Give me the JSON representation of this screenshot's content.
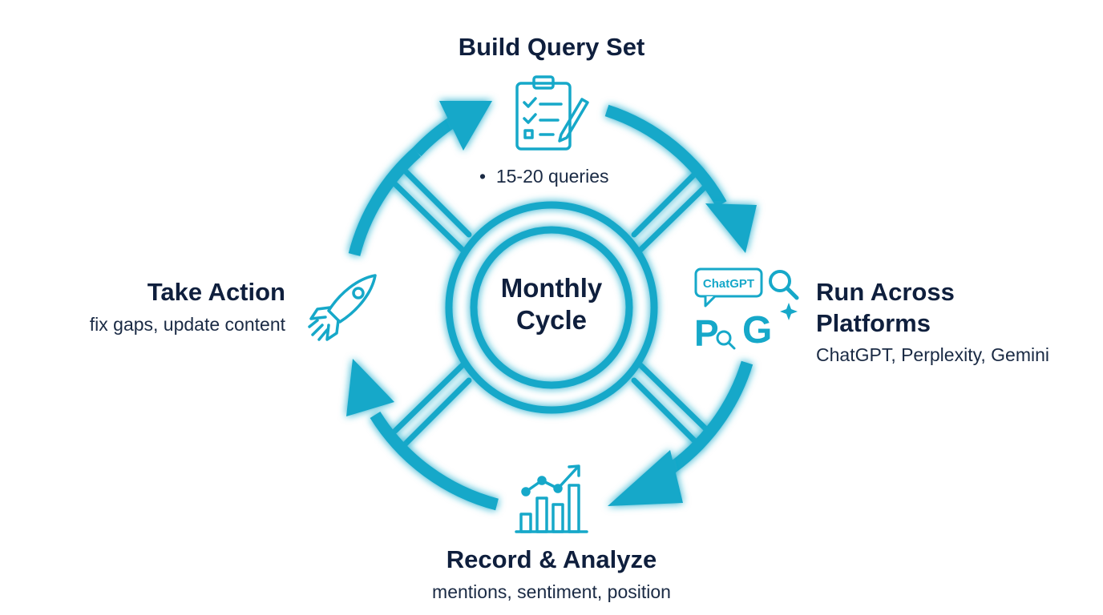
{
  "center": {
    "line1": "Monthly",
    "line2": "Cycle"
  },
  "steps": [
    {
      "title": "Build Query Set",
      "detail": "15-20 queries",
      "icon": "clipboard-checklist-icon"
    },
    {
      "title_line1": "Run Across",
      "title_line2": "Platforms",
      "detail": "ChatGPT, Perplexity, Gemini",
      "icon": "ai-platforms-icon",
      "icon_badge": "ChatGPT"
    },
    {
      "title": "Record & Analyze",
      "detail": "mentions, sentiment, position",
      "icon": "bar-chart-trend-icon"
    },
    {
      "title": "Take Action",
      "detail": "fix gaps, update content",
      "icon": "rocket-icon"
    }
  ],
  "colors": {
    "accent": "#16a8c9",
    "glow": "#7fe0f2",
    "text": "#0f1f3d"
  }
}
